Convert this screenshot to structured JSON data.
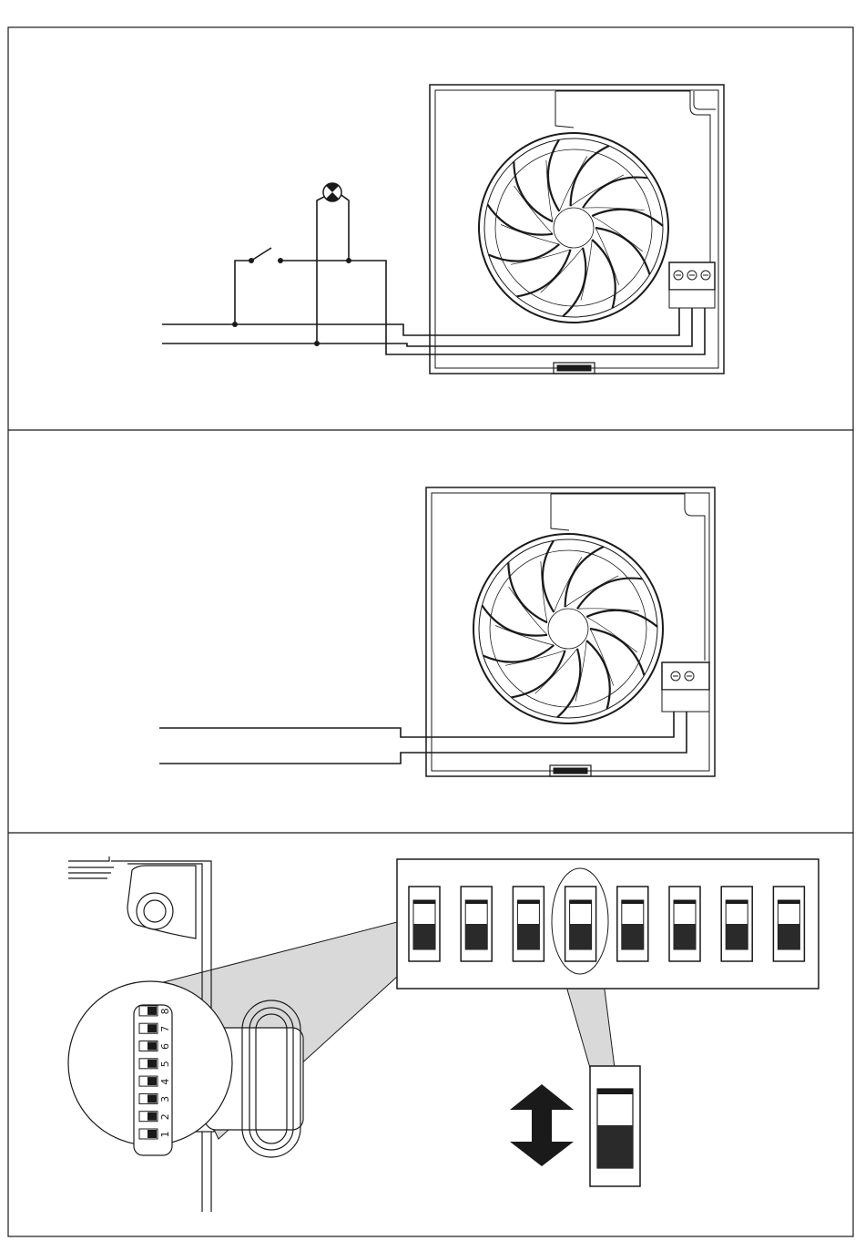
{
  "panels": [
    {
      "id": "wiring-with-switch",
      "terminals": 3
    },
    {
      "id": "wiring-direct",
      "terminals": 2
    },
    {
      "id": "dip-switch-detail"
    }
  ],
  "dip_switch": {
    "count": 8,
    "labels": [
      "1",
      "2",
      "3",
      "4",
      "5",
      "6",
      "7",
      "8"
    ],
    "highlighted_index": 4
  },
  "colors": {
    "line": "#1a1a1a",
    "fill_dark": "#2a2a2a",
    "shade": "#d9d9d9"
  }
}
